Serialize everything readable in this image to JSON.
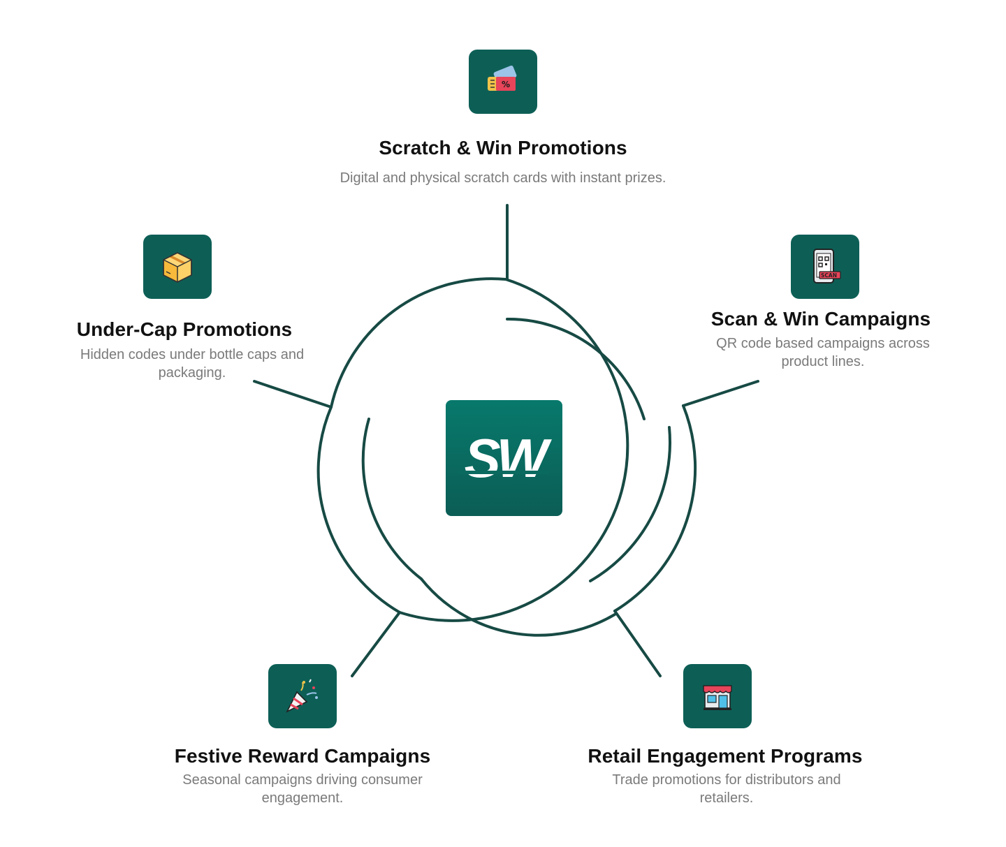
{
  "center": {
    "logo_text": "SW",
    "background": "#0a6a60"
  },
  "accent_color": "#0d5f56",
  "line_color": "#174a44",
  "nodes": [
    {
      "id": "scratch-win",
      "title": "Scratch & Win Promotions",
      "description": "Digital and physical scratch cards with instant prizes.",
      "icon": "coupon-ticket-icon"
    },
    {
      "id": "under-cap",
      "title": "Under-Cap Promotions",
      "description": "Hidden codes under bottle caps and packaging.",
      "icon": "package-box-icon"
    },
    {
      "id": "scan-win",
      "title": "Scan & Win Campaigns",
      "description": "QR code based campaigns across product lines.",
      "icon": "qr-scan-phone-icon"
    },
    {
      "id": "festive-reward",
      "title": "Festive Reward Campaigns",
      "description": "Seasonal campaigns driving consumer engagement.",
      "icon": "party-popper-icon"
    },
    {
      "id": "retail-engagement",
      "title": "Retail Engagement Programs",
      "description": "Trade promotions for distributors and retailers.",
      "icon": "storefront-icon"
    }
  ]
}
